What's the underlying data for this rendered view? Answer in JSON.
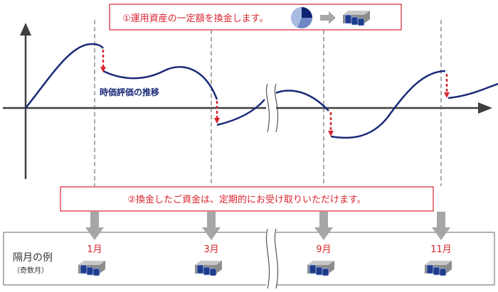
{
  "callout_top": {
    "text": "①運用資産の一定額を換金します。"
  },
  "curve_label": "時価評価の推移",
  "callout_middle": {
    "text": "②換金したご資金は、定期的にお受け取りいただけます。"
  },
  "example_box": {
    "title": "隔月の例",
    "subtitle": "（奇数月）",
    "months": [
      "1月",
      "3月",
      "9月",
      "11月"
    ]
  },
  "colors": {
    "curve": "#1a2a78",
    "accent_red": "#d9232e",
    "arrow_gray": "#a6a6a6",
    "axis": "#3f3f3f"
  },
  "icons": [
    "pie-chart-icon",
    "arrow-right-icon",
    "cash-storage-icon"
  ]
}
